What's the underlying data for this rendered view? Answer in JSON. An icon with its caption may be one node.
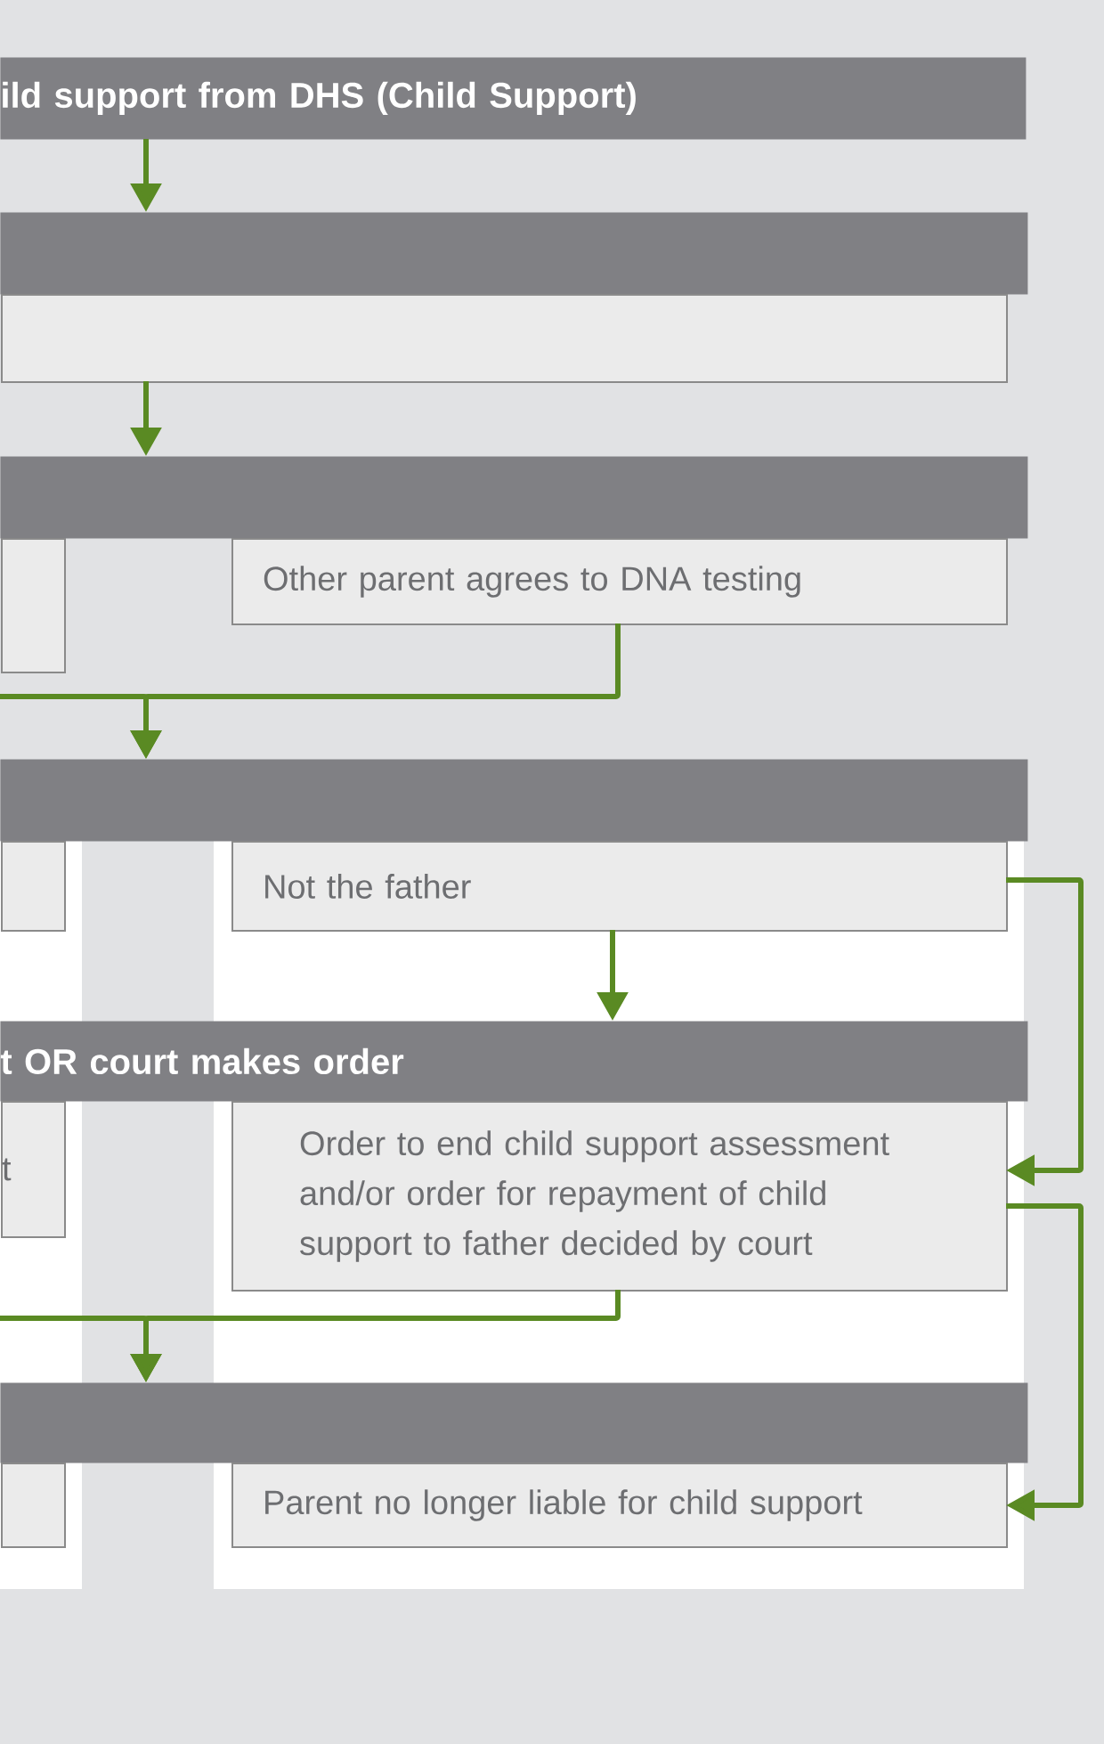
{
  "diagram": {
    "nodes": [
      {
        "text": [
          "ild support from DHS (Child Support)"
        ]
      },
      {
        "text": [],
        "shape": "bar"
      },
      {
        "text": [],
        "shape": "box"
      },
      {
        "text": [],
        "shape": "bar"
      },
      {
        "text": [],
        "shape": "box"
      },
      {
        "text": [
          "Other parent agrees to DNA testing"
        ]
      },
      {
        "text": [],
        "shape": "bar"
      },
      {
        "text": [],
        "shape": "box"
      },
      {
        "text": [
          "Not the father"
        ]
      },
      {
        "text": [
          "t OR court makes order"
        ]
      },
      {
        "text": [
          "t"
        ]
      },
      {
        "text": [
          "Order to end child support assessment and/or order for repayment of child support to father decided by court"
        ]
      },
      {
        "text": [],
        "shape": "bar"
      },
      {
        "text": [],
        "shape": "box"
      },
      {
        "text": [
          "Parent no longer liable for child support"
        ]
      }
    ],
    "edges": [
      {
        "from": 0,
        "to": 1,
        "arrow": "to"
      },
      {
        "from": 2,
        "to": 3,
        "arrow": "to"
      },
      {
        "from": 5,
        "to": 6,
        "arrow": "to"
      },
      {
        "from": null,
        "to": 6,
        "arrow": "to"
      },
      {
        "from": 8,
        "to": 9,
        "arrow": "to"
      },
      {
        "from": 8,
        "to": 11,
        "arrow": "to"
      },
      {
        "from": 11,
        "to": 12,
        "arrow": "to"
      },
      {
        "from": null,
        "to": 12,
        "arrow": "to"
      },
      {
        "from": 11,
        "to": 14,
        "arrow": "to"
      }
    ]
  }
}
